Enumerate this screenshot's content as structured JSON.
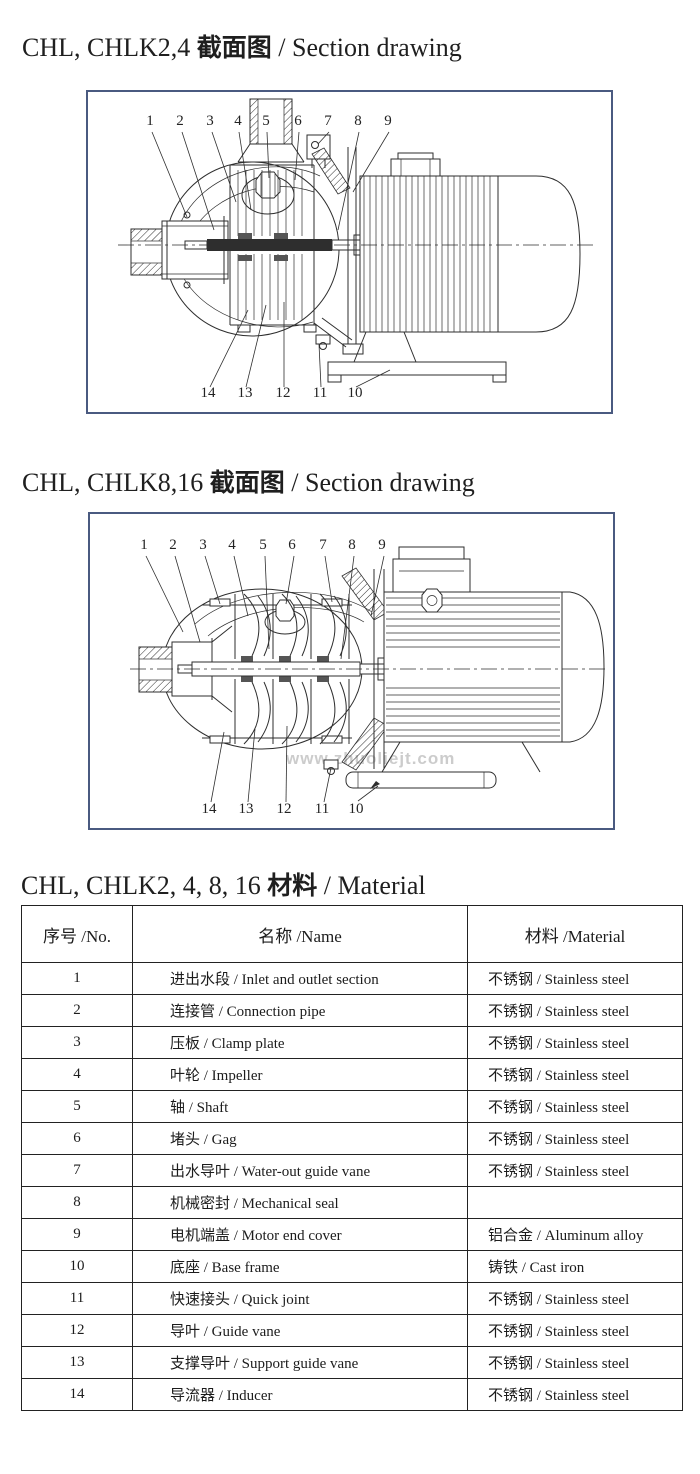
{
  "colors": {
    "frame_border": "#4a5a80",
    "drawing_line": "#2e2e2e",
    "table_border": "#222222",
    "watermark": "#cccccc"
  },
  "sections": [
    {
      "title": {
        "prefix": "CHL, CHLK2,4 ",
        "cjk": "截面图",
        "suffix": " / Section drawing"
      },
      "diagram": {
        "top_labels": [
          "1",
          "2",
          "3",
          "4",
          "5",
          "6",
          "7",
          "8",
          "9"
        ],
        "bottom_labels": [
          "14",
          "13",
          "12",
          "11",
          "10"
        ]
      }
    },
    {
      "title": {
        "prefix": "CHL, CHLK8,16 ",
        "cjk": "截面图",
        "suffix": " / Section drawing"
      },
      "diagram": {
        "top_labels": [
          "1",
          "2",
          "3",
          "4",
          "5",
          "6",
          "7",
          "8",
          "9"
        ],
        "bottom_labels": [
          "14",
          "13",
          "12",
          "11",
          "10"
        ],
        "watermark_url": "www.zhuoliejt.com"
      }
    },
    {
      "title": {
        "prefix": "CHL, CHLK2, 4, 8, 16 ",
        "cjk": "材料",
        "suffix": " / Material"
      }
    }
  ],
  "table": {
    "headers": [
      "序号 /No.",
      "名称 /Name",
      "材料 /Material"
    ],
    "rows": [
      {
        "no": "1",
        "name": "进出水段 / Inlet and outlet section",
        "material": "不锈钢 / Stainless steel"
      },
      {
        "no": "2",
        "name": "连接管 / Connection pipe",
        "material": "不锈钢 / Stainless steel"
      },
      {
        "no": "3",
        "name": "压板 / Clamp plate",
        "material": "不锈钢 / Stainless steel"
      },
      {
        "no": "4",
        "name": "叶轮 / Impeller",
        "material": "不锈钢 / Stainless steel"
      },
      {
        "no": "5",
        "name": "轴 / Shaft",
        "material": "不锈钢 / Stainless steel"
      },
      {
        "no": "6",
        "name": "堵头 / Gag",
        "material": "不锈钢 / Stainless steel"
      },
      {
        "no": "7",
        "name": "出水导叶 / Water-out guide vane",
        "material": "不锈钢 / Stainless steel"
      },
      {
        "no": "8",
        "name": "机械密封 / Mechanical seal",
        "material": ""
      },
      {
        "no": "9",
        "name": "电机端盖 / Motor end cover",
        "material": "铝合金 / Aluminum alloy"
      },
      {
        "no": "10",
        "name": "底座 / Base frame",
        "material": "铸铁 / Cast iron"
      },
      {
        "no": "11",
        "name": "快速接头 / Quick joint",
        "material": "不锈钢 / Stainless steel"
      },
      {
        "no": "12",
        "name": "导叶 / Guide vane",
        "material": "不锈钢 / Stainless steel"
      },
      {
        "no": "13",
        "name": "支撑导叶 / Support guide vane",
        "material": "不锈钢 / Stainless steel"
      },
      {
        "no": "14",
        "name": "导流器 / Inducer",
        "material": "不锈钢 / Stainless steel"
      }
    ]
  }
}
